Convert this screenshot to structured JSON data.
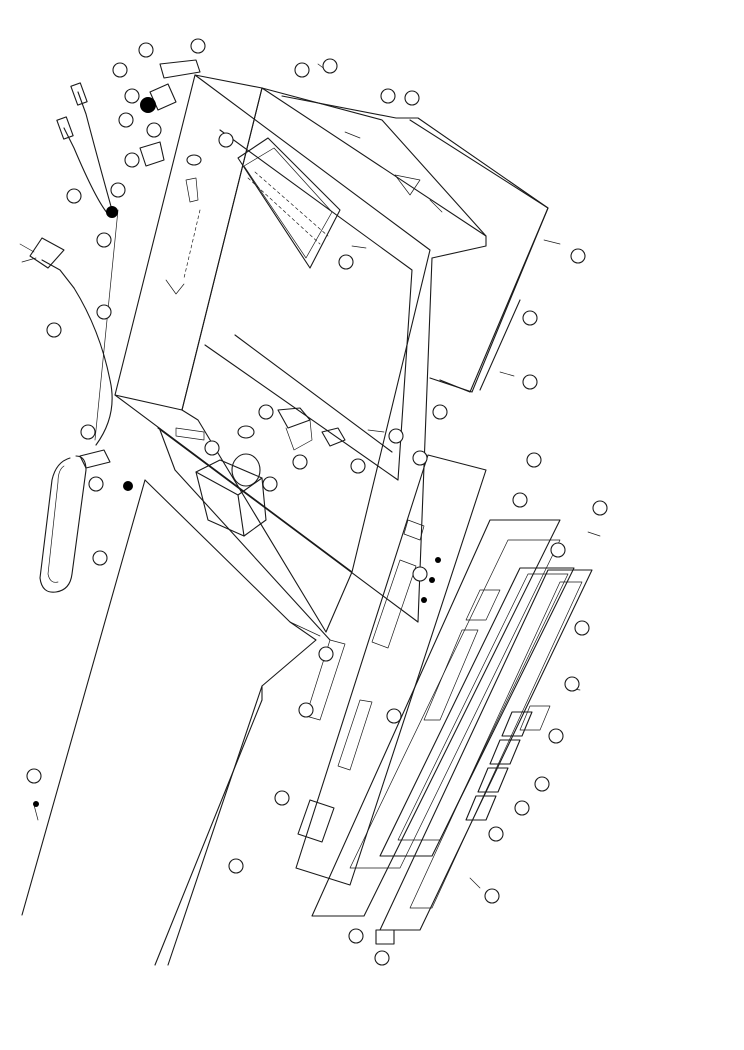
{
  "diagram": {
    "callouts": [
      {
        "id": "c1",
        "label": ""
      },
      {
        "id": "c2",
        "label": ""
      },
      {
        "id": "c3",
        "label": ""
      },
      {
        "id": "c4",
        "label": ""
      },
      {
        "id": "c5",
        "label": ""
      },
      {
        "id": "c6",
        "label": ""
      },
      {
        "id": "c7",
        "label": ""
      },
      {
        "id": "c8",
        "label": ""
      },
      {
        "id": "c9",
        "label": ""
      },
      {
        "id": "c10",
        "label": ""
      },
      {
        "id": "c11",
        "label": ""
      },
      {
        "id": "c12",
        "label": ""
      },
      {
        "id": "c13",
        "label": ""
      },
      {
        "id": "c14",
        "label": ""
      },
      {
        "id": "c15",
        "label": ""
      },
      {
        "id": "c16",
        "label": ""
      },
      {
        "id": "c17",
        "label": ""
      },
      {
        "id": "c18",
        "label": ""
      },
      {
        "id": "c19",
        "label": ""
      },
      {
        "id": "c20",
        "label": ""
      },
      {
        "id": "c21",
        "label": ""
      },
      {
        "id": "c22",
        "label": ""
      },
      {
        "id": "c23",
        "label": ""
      },
      {
        "id": "c24",
        "label": ""
      },
      {
        "id": "c25",
        "label": ""
      },
      {
        "id": "c26",
        "label": ""
      },
      {
        "id": "c27",
        "label": ""
      },
      {
        "id": "c28",
        "label": ""
      },
      {
        "id": "c29",
        "label": ""
      },
      {
        "id": "c30",
        "label": ""
      },
      {
        "id": "c31",
        "label": ""
      },
      {
        "id": "c32",
        "label": ""
      },
      {
        "id": "c33",
        "label": ""
      },
      {
        "id": "c34",
        "label": ""
      },
      {
        "id": "c35",
        "label": ""
      },
      {
        "id": "c36",
        "label": ""
      },
      {
        "id": "c37",
        "label": ""
      },
      {
        "id": "c38",
        "label": ""
      },
      {
        "id": "c39",
        "label": ""
      },
      {
        "id": "c40",
        "label": ""
      },
      {
        "id": "c41",
        "label": ""
      },
      {
        "id": "c42",
        "label": ""
      },
      {
        "id": "c43",
        "label": ""
      },
      {
        "id": "c44",
        "label": ""
      },
      {
        "id": "c45",
        "label": ""
      },
      {
        "id": "c46",
        "label": ""
      },
      {
        "id": "c47",
        "label": ""
      },
      {
        "id": "c48",
        "label": ""
      },
      {
        "id": "c49",
        "label": ""
      },
      {
        "id": "c50",
        "label": ""
      },
      {
        "id": "c51",
        "label": ""
      },
      {
        "id": "c52",
        "label": ""
      }
    ]
  }
}
